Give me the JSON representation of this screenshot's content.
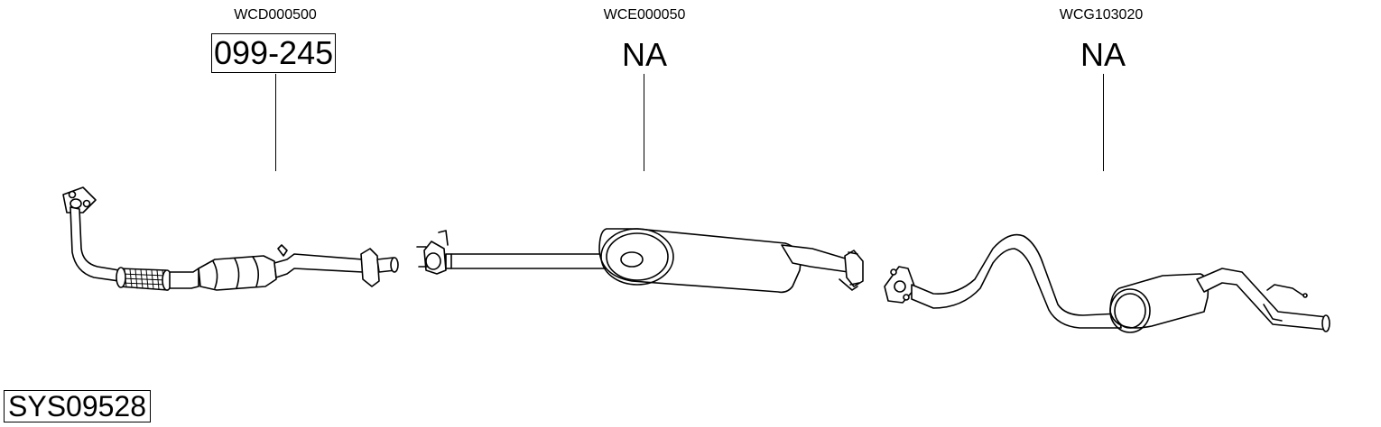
{
  "components": [
    {
      "code": "WCD000500",
      "part_number": "099-245",
      "boxed": true
    },
    {
      "code": "WCE000050",
      "part_number": "NA",
      "boxed": false
    },
    {
      "code": "WCG103020",
      "part_number": "NA",
      "boxed": false
    }
  ],
  "system_id": "SYS09528"
}
